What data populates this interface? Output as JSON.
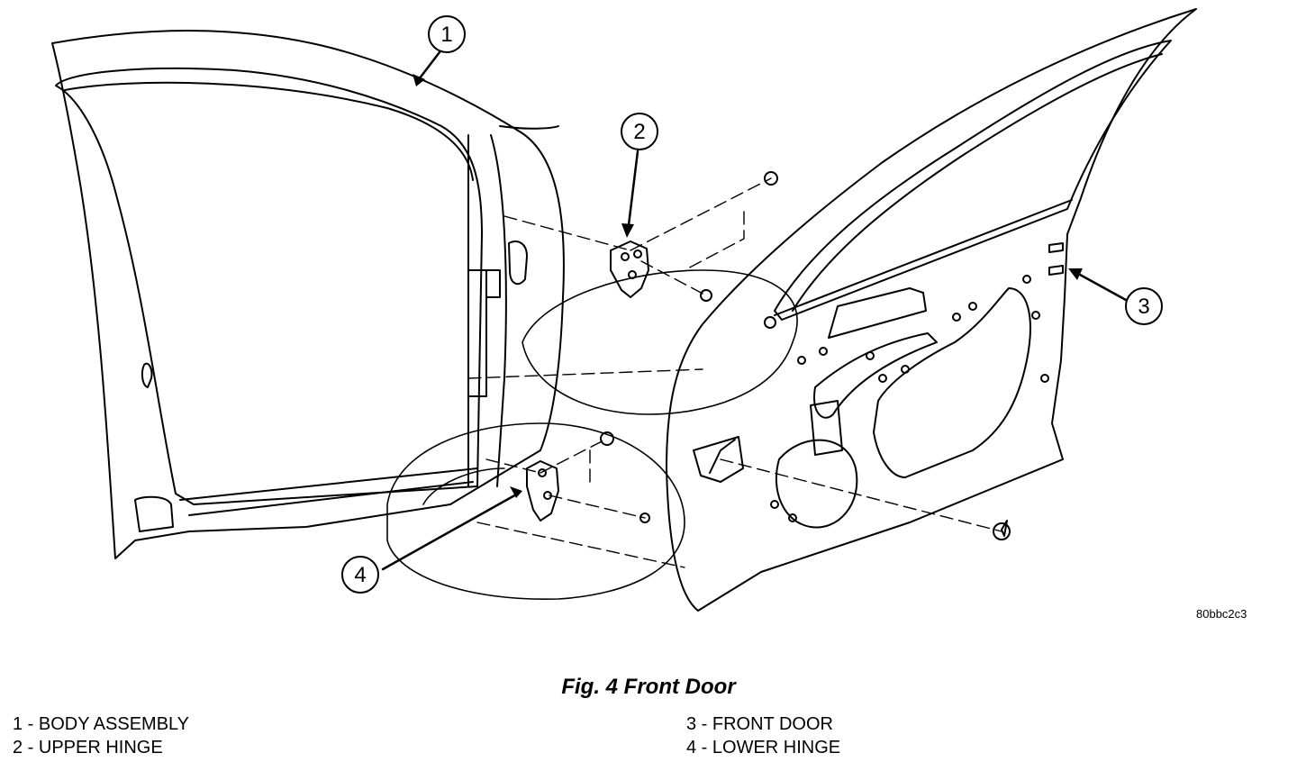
{
  "callouts": [
    "1",
    "2",
    "3",
    "4"
  ],
  "figure_id": "80bbc2c3",
  "caption": "Fig. 4 Front Door",
  "legend": {
    "left": [
      "1 - BODY ASSEMBLY",
      "2 - UPPER HINGE"
    ],
    "right": [
      "3 - FRONT DOOR",
      "4 - LOWER HINGE"
    ]
  }
}
